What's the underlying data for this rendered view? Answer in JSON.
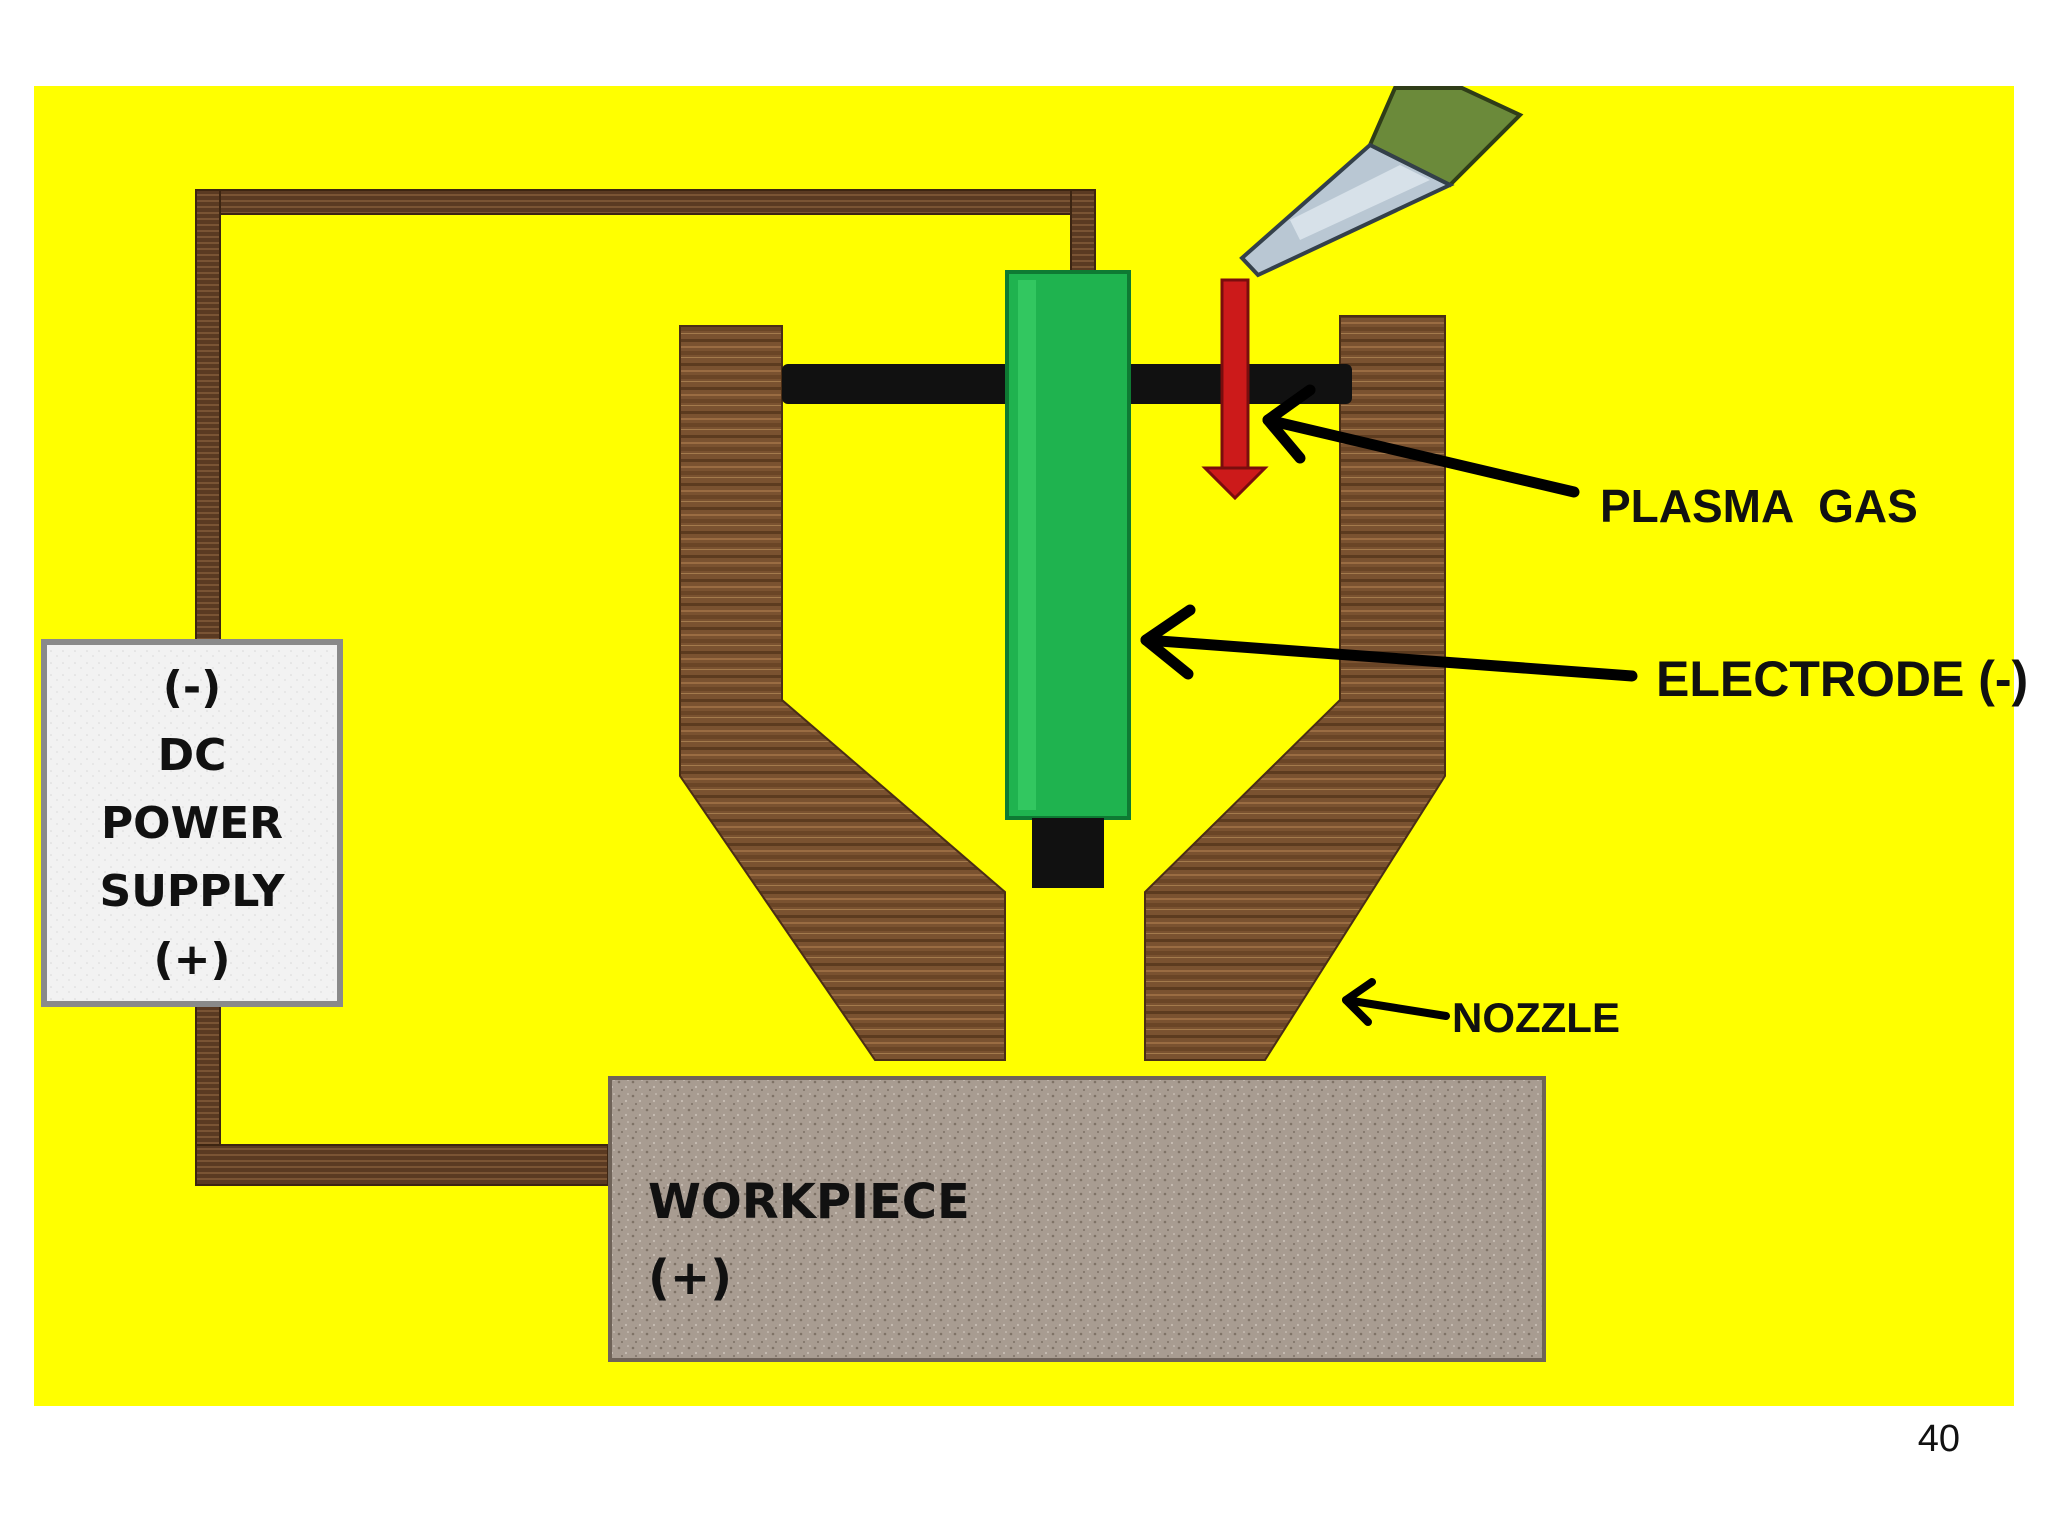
{
  "labels": {
    "plasma_gas": "PLASMA  GAS",
    "electrode": "ELECTRODE (-)",
    "nozzle": "NOZZLE",
    "power_supply": [
      "(-)",
      "DC",
      "POWER",
      "SUPPLY",
      "(+)"
    ],
    "workpiece": [
      "WORKPIECE",
      "(+)"
    ]
  },
  "page_number": "40",
  "colors": {
    "background": "#ffff00",
    "electrode": "#1fb34f",
    "nozzle": "#7a5230",
    "gas_arrow": "#cc1a1a",
    "wire": "#5a3a22",
    "workpiece": "#a89c91",
    "power_supply": "#f2f2f2",
    "gas_nozzle_tip": "#b9c7d3",
    "gas_nozzle_body": "#6b8a3a"
  }
}
